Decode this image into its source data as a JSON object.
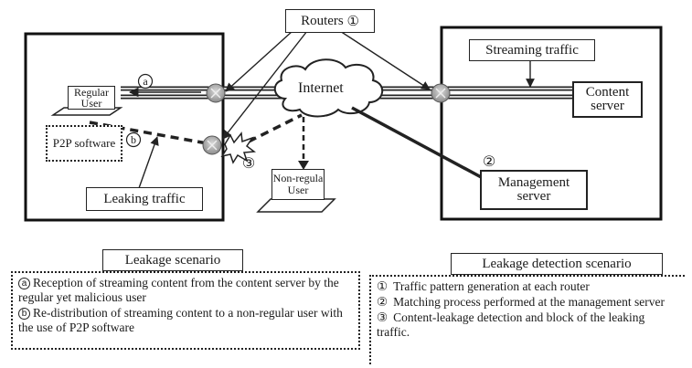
{
  "routers_label": "Routers",
  "routers_num": "①",
  "internet_label": "Internet",
  "streaming_traffic_label": "Streaming traffic",
  "content_server_label": "Content server",
  "management_server_label": "Management server",
  "regular_user_label": "Regular User",
  "p2p_software_label": "P2P software",
  "non_regular_user_label": "Non-regula User",
  "leaking_traffic_label": "Leaking traffic",
  "marker_a": "a",
  "marker_b": "b",
  "marker_2": "②",
  "marker_3": "③",
  "leakage_scenario": {
    "title": "Leakage scenario",
    "items": [
      {
        "marker": "a",
        "text": "Reception of  streaming content from the content server by the regular yet malicious user"
      },
      {
        "marker": "b",
        "text": "Re-distribution of streaming content to a non-regular user with the use of P2P software"
      }
    ]
  },
  "detection_scenario": {
    "title": "Leakage detection scenario",
    "items": [
      {
        "marker": "①",
        "text": "Traffic pattern generation at each router"
      },
      {
        "marker": "②",
        "text": "Matching process performed at the management server"
      },
      {
        "marker": "③",
        "text": "Content-leakage detection and block of the leaking traffic."
      }
    ]
  }
}
